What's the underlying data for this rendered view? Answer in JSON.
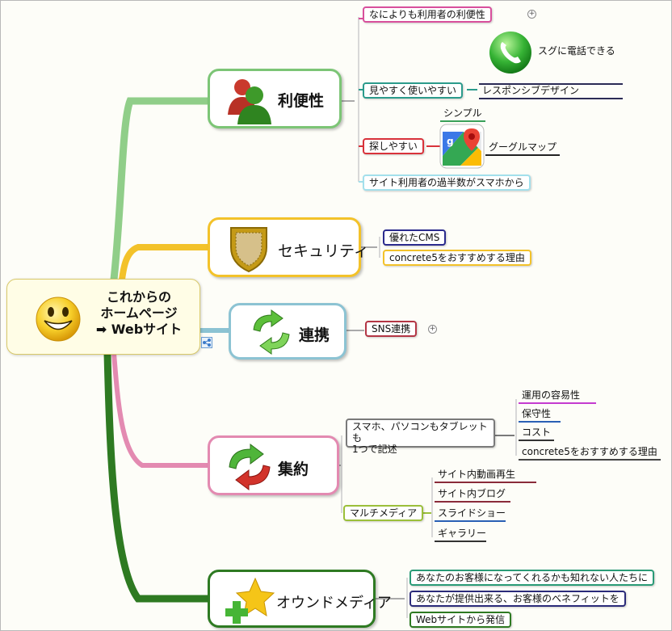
{
  "root": {
    "line1": "これからの",
    "line2": "ホームページ",
    "line3": "➡ Webサイト"
  },
  "branches": {
    "convenience": {
      "label": "利便性",
      "items": {
        "user_first": "なによりも利用者の利便性",
        "easy_view": "見やすく使いやすい",
        "responsive": "レスポンシブデザイン",
        "phone": "スグに電話できる",
        "easy_find": "探しやすい",
        "simple": "シンプル",
        "google_map": "グーグルマップ",
        "smartphone": "サイト利用者の過半数がスマホから"
      }
    },
    "security": {
      "label": "セキュリティ",
      "items": {
        "cms": "優れたCMS",
        "concrete5": "concrete5をおすすめする理由"
      }
    },
    "integration": {
      "label": "連携",
      "items": {
        "sns": "SNS連携"
      }
    },
    "aggregation": {
      "label": "集約",
      "items": {
        "one_code": "スマホ、パソコンもタブレットも\n1つで記述",
        "ops": "運用の容易性",
        "maintain": "保守性",
        "cost": "コスト",
        "concrete5": "concrete5をおすすめする理由",
        "multimedia": "マルチメディア",
        "video": "サイト内動画再生",
        "blog": "サイト内ブログ",
        "slideshow": "スライドショー",
        "gallery": "ギャラリー"
      }
    },
    "owned": {
      "label": "オウンドメディア",
      "items": {
        "potential": "あなたのお客様になってくれるかも知れない人たちに",
        "benefit": "あなたが提供出来る、お客様のベネフィットを",
        "broadcast": "Webサイトから発信"
      }
    }
  },
  "colors": {
    "convenience": "#7cc576",
    "security": "#f3c22a",
    "integration": "#8cc3d3",
    "aggregation": "#e38ab1",
    "owned": "#2e7a22"
  },
  "icons": [
    "smiley-icon",
    "users-icon",
    "shield-icon",
    "sync-arrows-icon",
    "recycle-arrows-icon",
    "star-plus-icon",
    "phone-icon",
    "google-maps-icon",
    "expand-plus-icon",
    "link-icon"
  ]
}
